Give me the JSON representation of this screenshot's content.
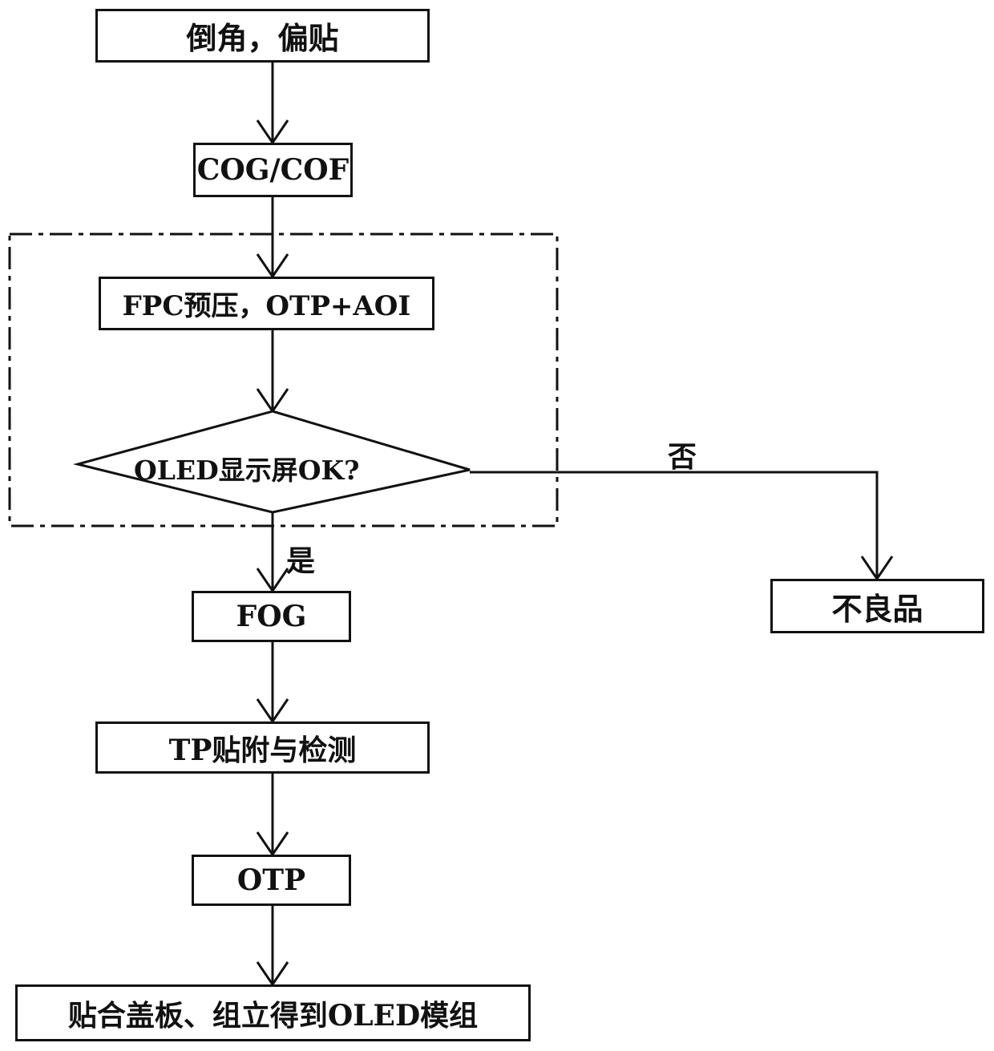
{
  "diagram": {
    "steps": {
      "chamfer": "倒角，偏贴",
      "cog_cof": "COG/COF",
      "fpc": "FPC预压，OTP+AOI",
      "decision": "OLED显示屏OK?",
      "fog": "FOG",
      "tp": "TP贴附与检测",
      "otp": "OTP",
      "final": "贴合盖板、组立得到OLED模组",
      "reject": "不良品"
    },
    "branches": {
      "yes": "是",
      "no": "否"
    }
  }
}
